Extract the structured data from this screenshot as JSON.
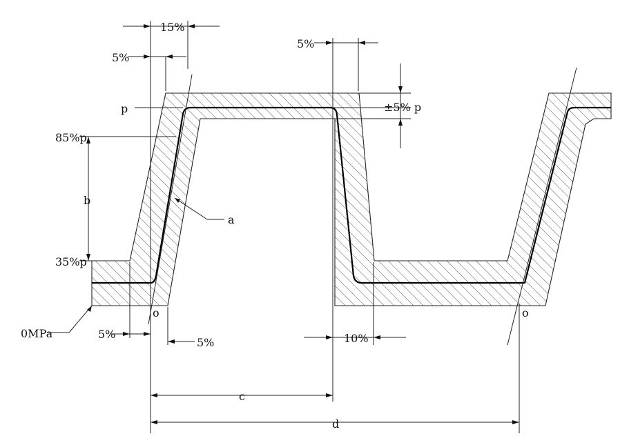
{
  "labels": {
    "pct15": "15%",
    "pct5_top_left": "5%",
    "pct5_top_mid": "5%",
    "pm5p": "±5% p",
    "p": "p",
    "p85": "85%p",
    "b": "b",
    "a": "a",
    "p35": "35%p",
    "zero_mpa": "0MPa",
    "o_left": "o",
    "o_right": "o",
    "pct5_bottom_left": "5%",
    "pct5_bottom_mid": "5%",
    "pct10": "10%",
    "c": "c",
    "d": "d"
  }
}
